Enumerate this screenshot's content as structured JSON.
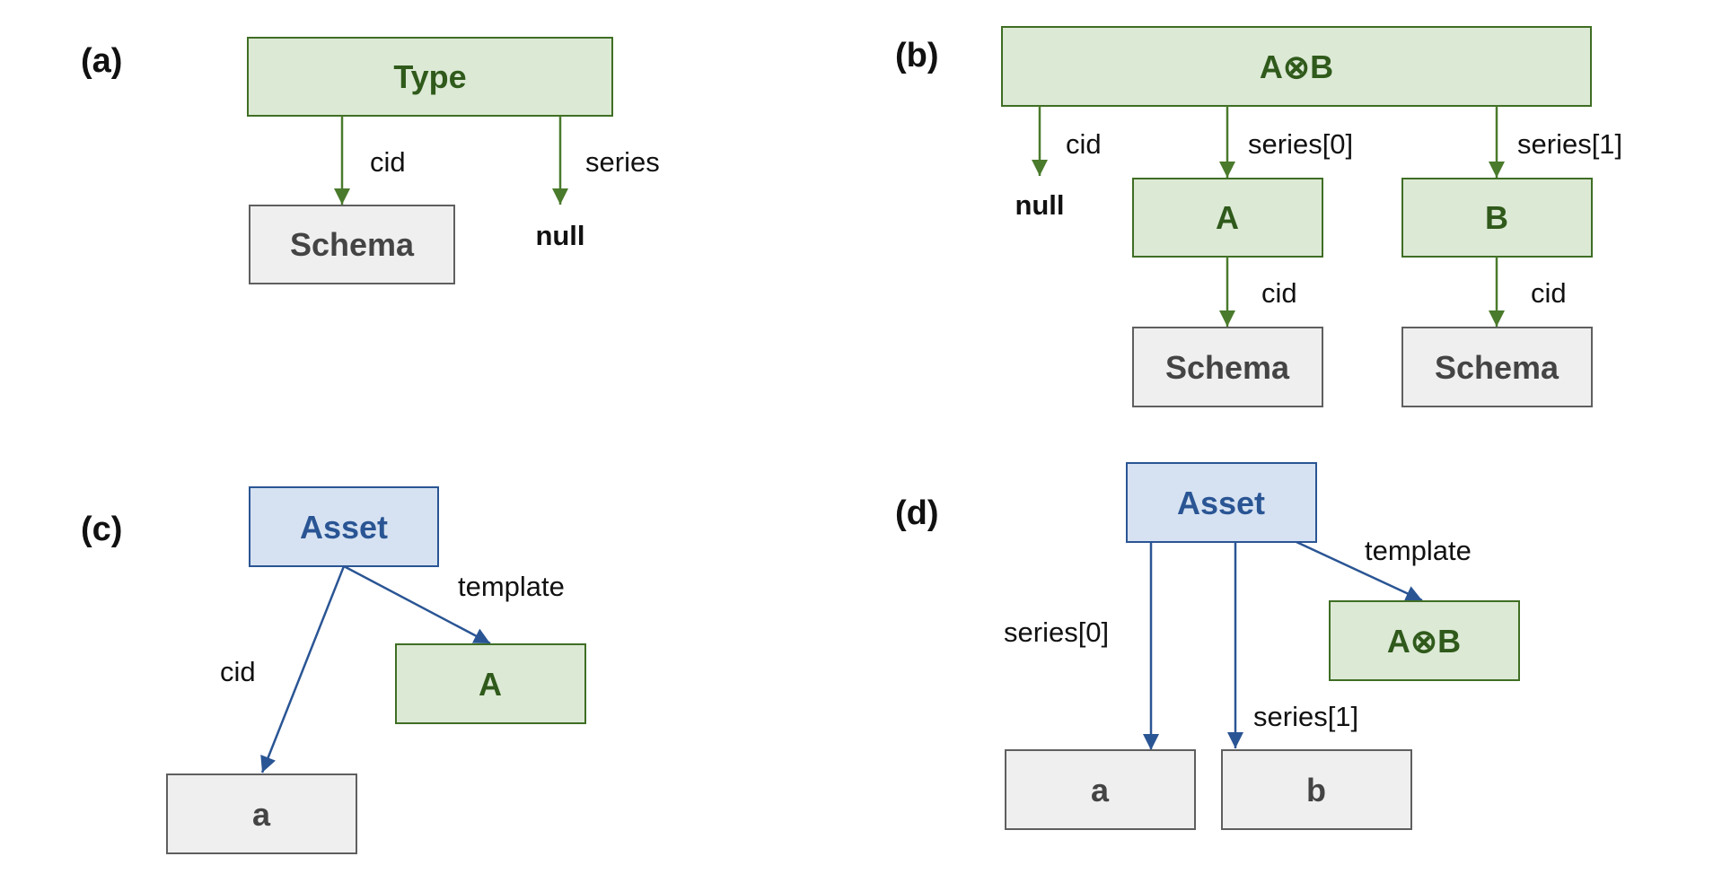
{
  "panels": {
    "a": {
      "label": "(a)",
      "root": "Type",
      "child_schema": "Schema",
      "null_label": "null",
      "edge_cid": "cid",
      "edge_series": "series"
    },
    "b": {
      "label": "(b)",
      "root": "A⊗B",
      "null_label": "null",
      "edge_cid": "cid",
      "edge_series0": "series[0]",
      "edge_series1": "series[1]",
      "node_a": "A",
      "node_b": "B",
      "edge_a_cid": "cid",
      "edge_b_cid": "cid",
      "schema_a": "Schema",
      "schema_b": "Schema"
    },
    "c": {
      "label": "(c)",
      "root": "Asset",
      "edge_template": "template",
      "edge_cid": "cid",
      "template_node": "A",
      "cid_node": "a"
    },
    "d": {
      "label": "(d)",
      "root": "Asset",
      "edge_template": "template",
      "edge_series0": "series[0]",
      "edge_series1": "series[1]",
      "template_node": "A⊗B",
      "node_a": "a",
      "node_b": "b"
    }
  },
  "colors": {
    "green_fill": "#dce9d5",
    "green_stroke": "#3f6e24",
    "blue_fill": "#d6e2f2",
    "blue_stroke": "#2a5594",
    "gray_fill": "#efefef",
    "gray_stroke": "#5f5f5f"
  }
}
